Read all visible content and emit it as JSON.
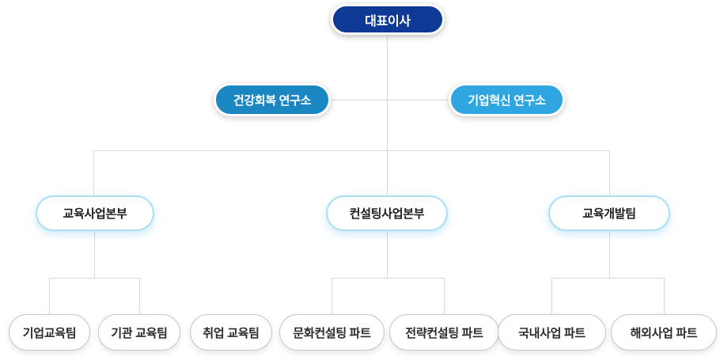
{
  "org_chart": {
    "ceo": {
      "label": "대표이사"
    },
    "institutes": [
      {
        "label": "건강회복 연구소",
        "color": "#1a87c3"
      },
      {
        "label": "기업혁신 연구소",
        "color": "#2fa6df"
      }
    ],
    "divisions": [
      {
        "label": "교육사업본부"
      },
      {
        "label": "컨설팅사업본부"
      },
      {
        "label": "교육개발팀"
      }
    ],
    "teams": [
      {
        "label": "기업교육팀",
        "parent": "교육사업본부"
      },
      {
        "label": "기관 교육팀",
        "parent": "교육사업본부"
      },
      {
        "label": "취업 교육팀",
        "parent": null
      },
      {
        "label": "문화컨설팅 파트",
        "parent": "컨설팅사업본부"
      },
      {
        "label": "전략컨설팅 파트",
        "parent": "컨설팅사업본부"
      },
      {
        "label": "국내사업 파트",
        "parent": "교육개발팀"
      },
      {
        "label": "해외사업 파트",
        "parent": "교육개발팀"
      }
    ],
    "colors": {
      "ceo_navy": "#0e3a96",
      "institute_blue": "#1a87c3",
      "institute_sky": "#2fa6df",
      "division_border": "#a9dff9",
      "team_border": "#c7c7c7",
      "connector_gray": "#d9d9d9",
      "text_dark": "#1c1c1c",
      "background": "#ffffff"
    }
  }
}
